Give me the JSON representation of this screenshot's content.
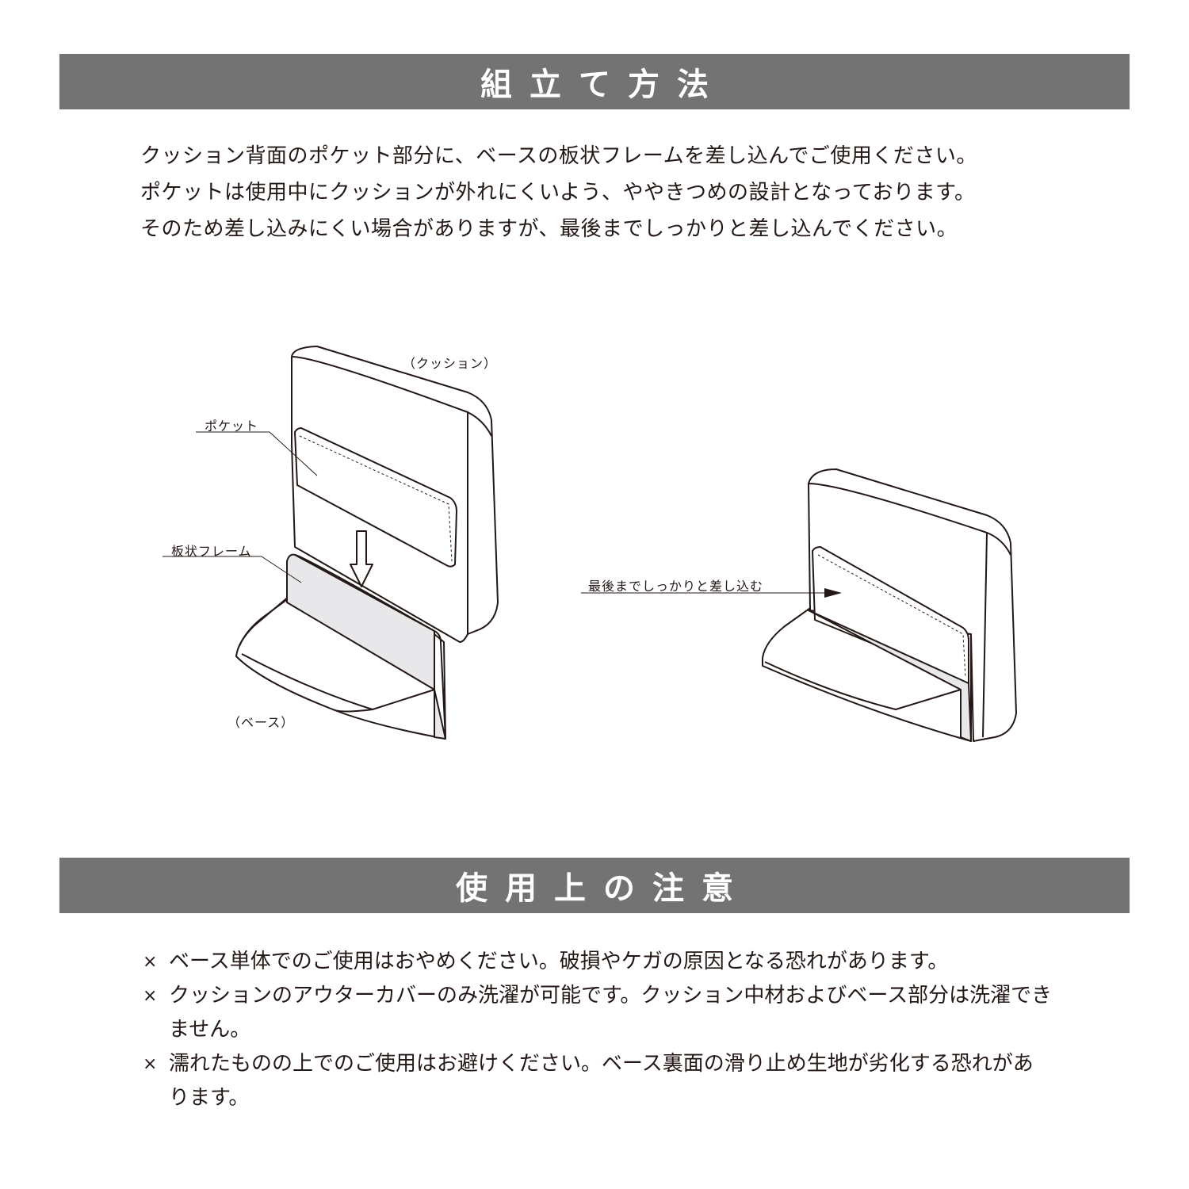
{
  "sections": {
    "assembly": {
      "title": "組立て方法",
      "lines": [
        "クッション背面のポケット部分に、ベースの板状フレームを差し込んでご使用ください。",
        "ポケットは使用中にクッションが外れにくいよう、ややきつめの設計となっております。",
        "そのため差し込みにくい場合がありますが、最後までしっかりと差し込んでください。"
      ],
      "diagram": {
        "label_cushion": "（クッション）",
        "label_pocket": "ポケット",
        "label_frame": "板状フレーム",
        "label_base": "（ベース）",
        "label_insert": "最後までしっかりと差し込む"
      }
    },
    "caution": {
      "title": "使用上の注意",
      "marker": "×",
      "notes": [
        "ベース単体でのご使用はおやめください。破損やケガの原因となる恐れがあります。",
        "クッションのアウターカバーのみ洗濯が可能です。クッション中材およびベース部分は洗濯できません。",
        "濡れたものの上でのご使用はお避けください。ベース裏面の滑り止め生地が劣化する恐れがあります。"
      ]
    }
  },
  "colors": {
    "header_bg": "#737373",
    "text": "#231815",
    "panel_fill": "#e8e8ea"
  }
}
